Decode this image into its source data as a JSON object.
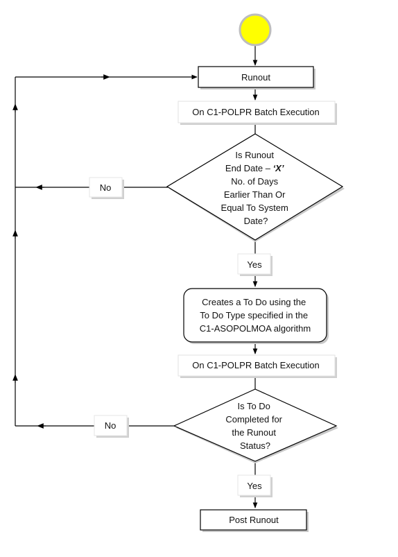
{
  "colors": {
    "start_fill": "#ffff00",
    "start_stroke": "#bdbdbd",
    "stroke": "#000000",
    "box_fill": "#ffffff",
    "shadow": "#c8c8c8",
    "text": "#111111"
  },
  "nodes": {
    "start": {
      "shape": "circle",
      "fill": "#ffff00"
    },
    "runout": {
      "label": "Runout"
    },
    "batch_execution_1": {
      "label": "On C1-POLPR Batch Execution"
    },
    "decision_end_date": {
      "lines": [
        {
          "prefix": "Is Runout",
          "bold": "",
          "suffix": ""
        },
        {
          "prefix": "End Date – ",
          "bold": "‘X’",
          "suffix": ""
        },
        {
          "prefix": "No. of Days",
          "bold": "",
          "suffix": ""
        },
        {
          "prefix": "Earlier Than Or",
          "bold": "",
          "suffix": ""
        },
        {
          "prefix": "Equal To System",
          "bold": "",
          "suffix": ""
        },
        {
          "prefix": "Date?",
          "bold": "",
          "suffix": ""
        }
      ]
    },
    "no_label_1": {
      "label": "No"
    },
    "yes_label_1": {
      "label": "Yes"
    },
    "create_todo": {
      "lines": [
        "Creates a To Do using the",
        "To Do Type specified in the",
        "C1-ASOPOLMOA algorithm"
      ]
    },
    "batch_execution_2": {
      "label": "On C1-POLPR Batch Execution"
    },
    "decision_todo_completed": {
      "lines": [
        "Is To Do",
        "Completed for",
        "the Runout",
        "Status?"
      ]
    },
    "no_label_2": {
      "label": "No"
    },
    "yes_label_2": {
      "label": "Yes"
    },
    "post_runout": {
      "label": "Post Runout"
    }
  }
}
